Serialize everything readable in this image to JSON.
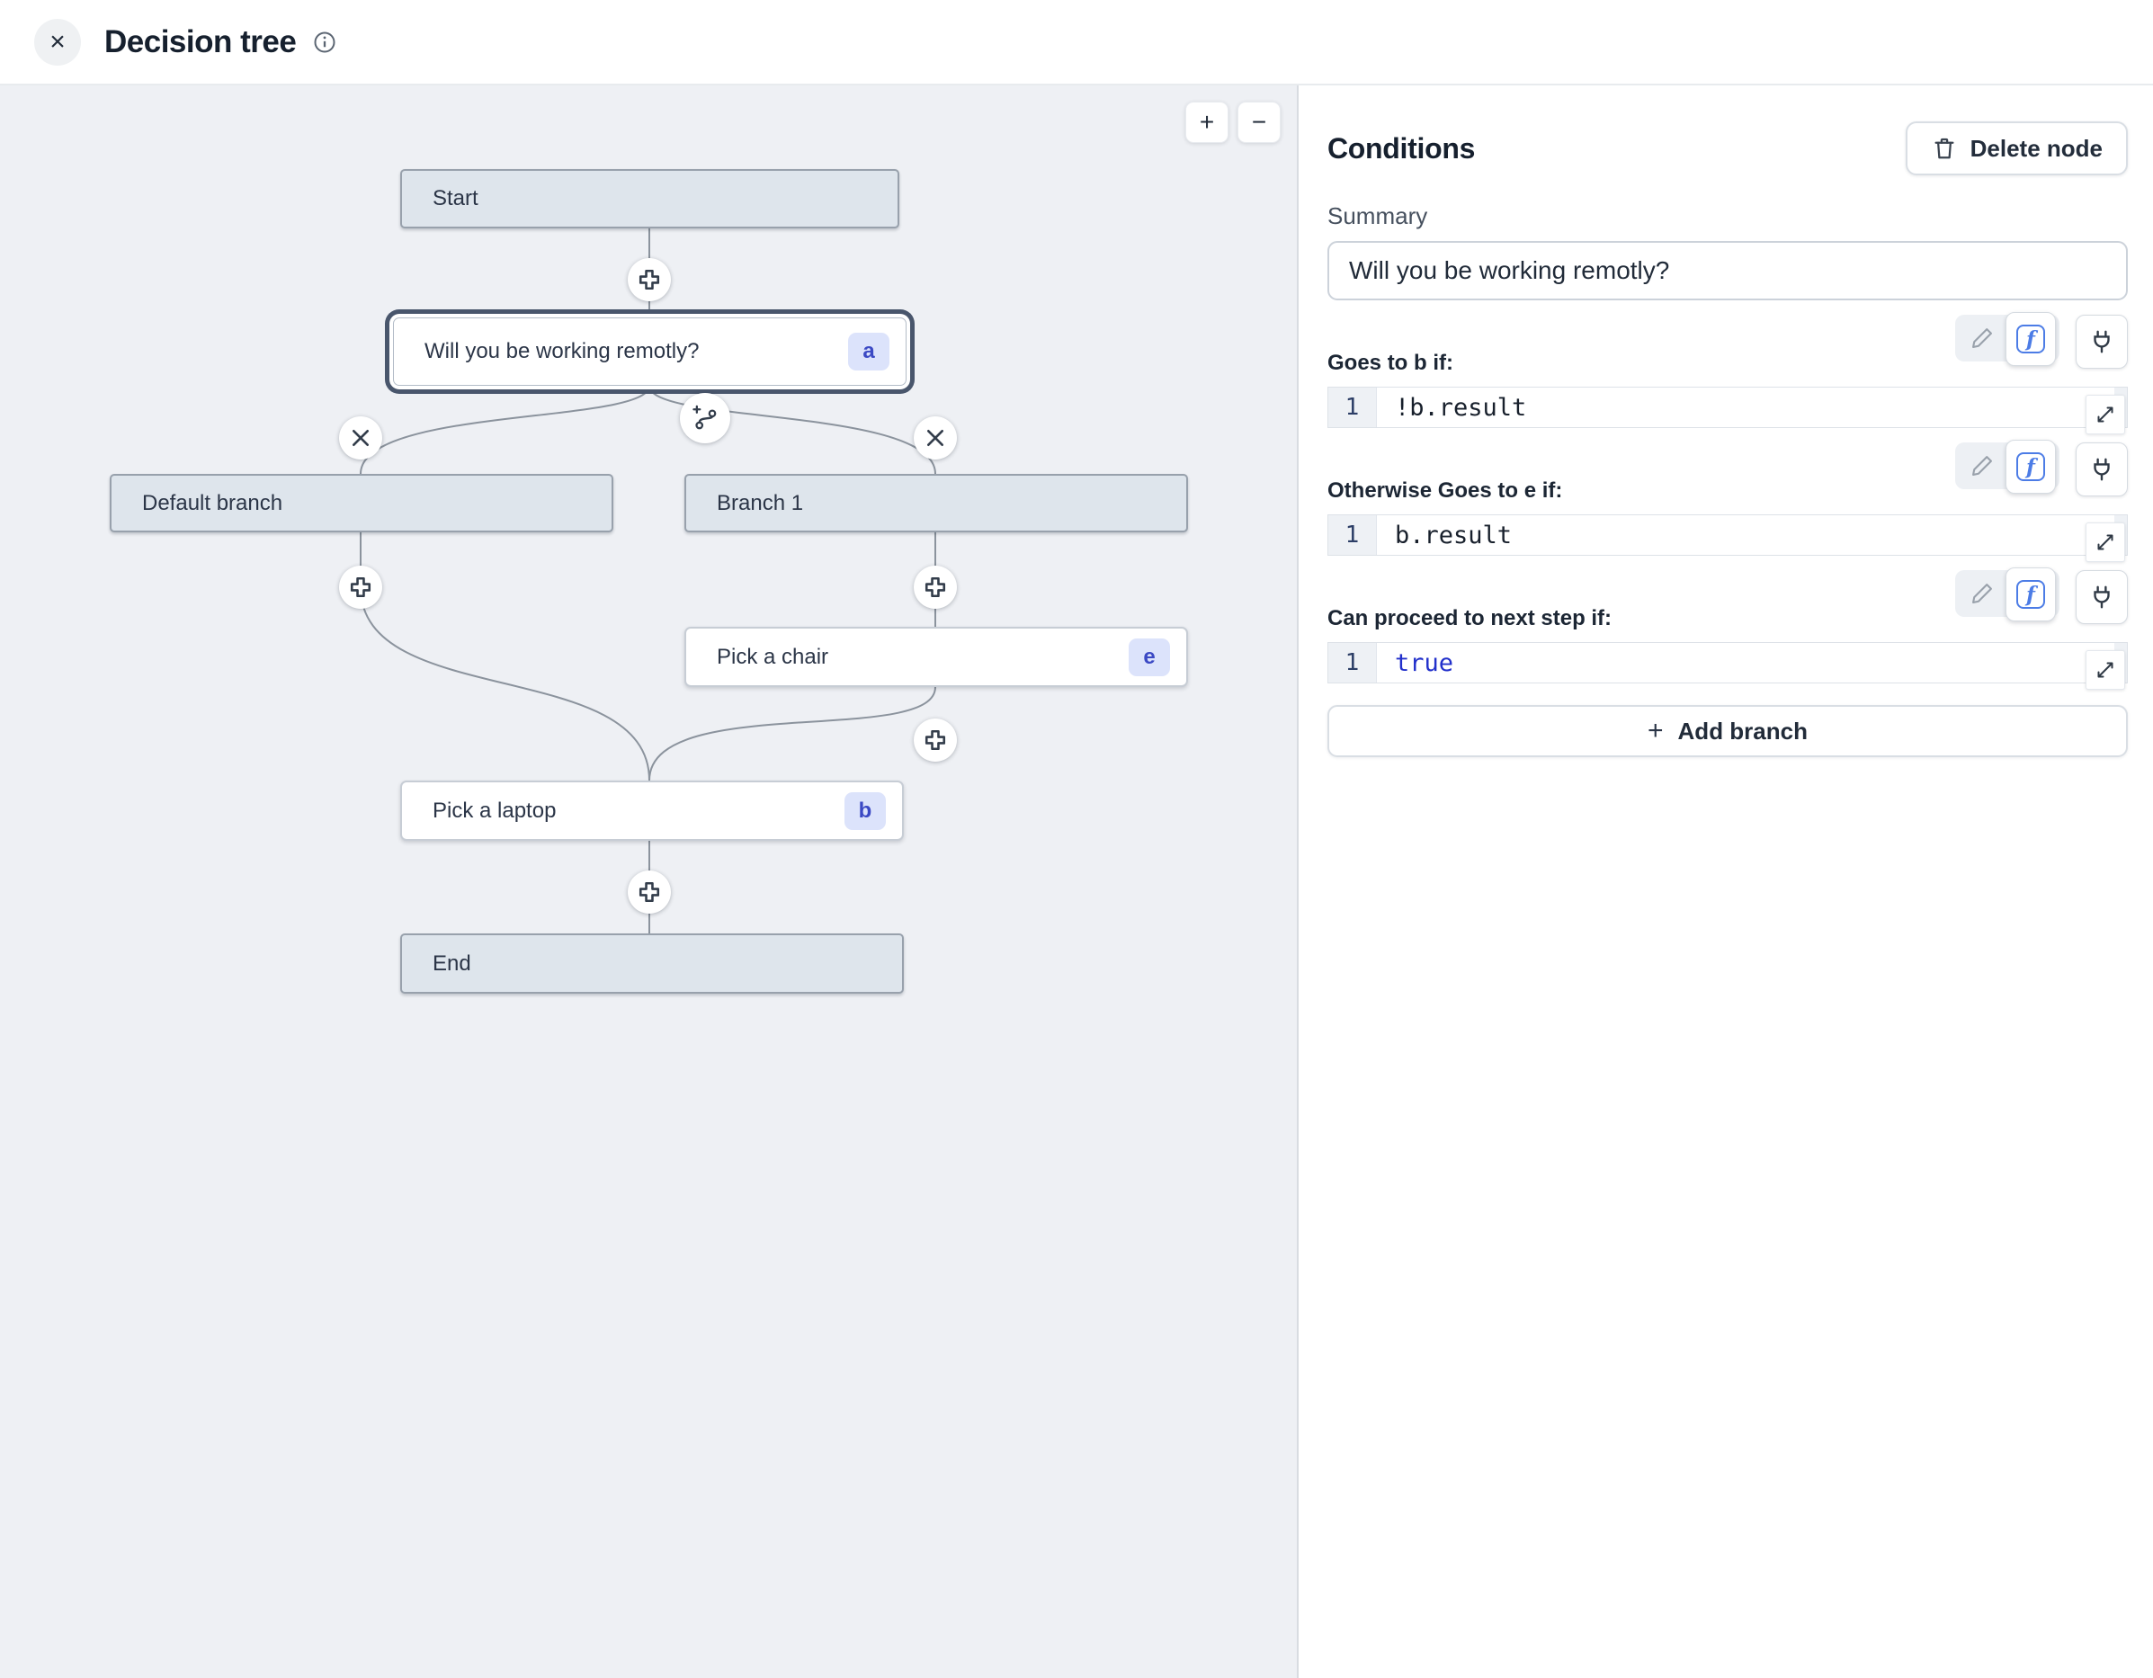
{
  "header": {
    "title": "Decision tree",
    "close_glyph": "×"
  },
  "canvas": {
    "zoom_in": "+",
    "zoom_out": "−",
    "nodes": [
      {
        "id": "start",
        "label": "Start",
        "type": "gray"
      },
      {
        "id": "question",
        "label": "Will you be working remotly?",
        "type": "white",
        "badge": "a",
        "selected": true
      },
      {
        "id": "default-branch",
        "label": "Default branch",
        "type": "gray"
      },
      {
        "id": "branch-1",
        "label": "Branch 1",
        "type": "gray"
      },
      {
        "id": "pick-chair",
        "label": "Pick a chair",
        "type": "white",
        "badge": "e"
      },
      {
        "id": "pick-laptop",
        "label": "Pick a laptop",
        "type": "white",
        "badge": "b"
      },
      {
        "id": "end",
        "label": "End",
        "type": "gray"
      }
    ]
  },
  "panel": {
    "title": "Conditions",
    "delete_button": "Delete node",
    "summary_label": "Summary",
    "summary_value": "Will you be working remotly?",
    "fx_glyph": "f",
    "sections": [
      {
        "label": "Goes to b if:",
        "line_number": "1",
        "code": "!b.result",
        "code_color": "#18202c"
      },
      {
        "label": "Otherwise Goes to e if:",
        "line_number": "1",
        "code": "b.result",
        "code_color": "#18202c"
      },
      {
        "label": "Can proceed to next step if:",
        "line_number": "1",
        "code": "true",
        "code_color": "#2230cb"
      }
    ],
    "add_branch_plus": "+",
    "add_branch_button": "Add branch"
  },
  "colors": {
    "canvas_bg": "#eef0f4",
    "node_gray_fill": "#dee5ec",
    "node_gray_border": "#98a1ac",
    "node_white_border": "#c7cdd5",
    "selected_ring": "#49566c",
    "edge": "#8b939d",
    "badge_bg": "#dce3fb",
    "badge_text": "#3b49c4",
    "fx_accent": "#4c7ce6",
    "keyword_blue": "#2230cb",
    "title_text": "#16202e"
  }
}
